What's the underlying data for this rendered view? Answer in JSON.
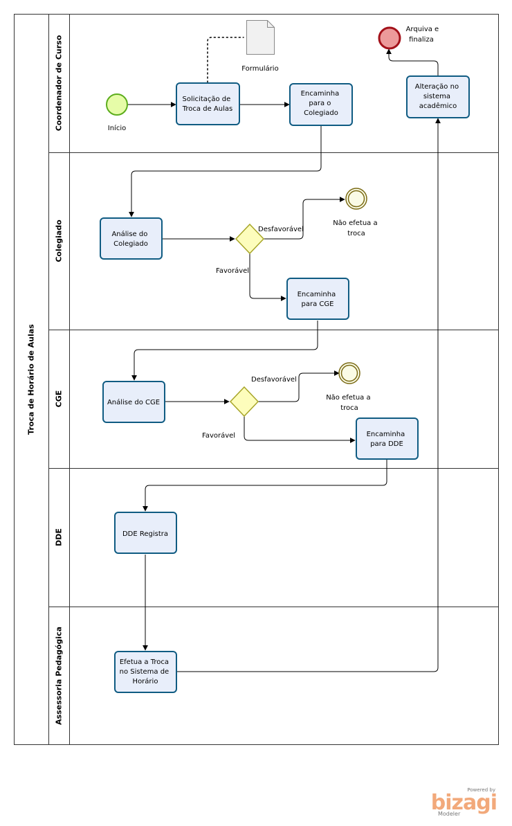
{
  "pool": {
    "title": "Troca de Horário de Aulas"
  },
  "lanes": [
    {
      "id": "coordenador",
      "title": "Coordenador de Curso"
    },
    {
      "id": "colegiado",
      "title": "Colegiado"
    },
    {
      "id": "cge",
      "title": "CGE"
    },
    {
      "id": "dde",
      "title": "DDE"
    },
    {
      "id": "assessoria",
      "title": "Assessoria Pedagógica"
    }
  ],
  "events": {
    "start": "Início",
    "end_arquiva": [
      "Arquiva e",
      "finaliza"
    ],
    "end_colegiado": [
      "Não efetua a",
      "troca"
    ],
    "end_cge": [
      "Não efetua a",
      "troca"
    ]
  },
  "artifact": {
    "document": "Formulário"
  },
  "tasks": {
    "solicitacao": [
      "Solicitação de",
      "Troca de Aulas"
    ],
    "encaminha_colegiado": [
      "Encaminha",
      "para o",
      "Colegiado"
    ],
    "alteracao": [
      "Alteração no",
      "sistema",
      "acadêmico"
    ],
    "analise_colegiado": [
      "Análise do",
      "Colegiado"
    ],
    "encaminha_cge": [
      "Encaminha",
      "para CGE"
    ],
    "analise_cge": [
      "Análise do CGE"
    ],
    "encaminha_dde": [
      "Encaminha",
      "para DDE"
    ],
    "dde_registra": [
      "DDE Registra"
    ],
    "efetua_troca": [
      "Efetua a Troca",
      "no Sistema de",
      "Horário"
    ]
  },
  "gateways": {
    "colegiado": {
      "unfavorable": "Desfavorável",
      "favorable": "Favorável"
    },
    "cge": {
      "unfavorable": "Desfavorável",
      "favorable": "Favorável"
    }
  },
  "branding": {
    "powered": "Powered by",
    "name": "bizagi",
    "product": "Modeler"
  },
  "colors": {
    "task_fill": "#e8eefa",
    "task_stroke": "#0f5b82",
    "start_fill": "#e6fca8",
    "start_stroke": "#5cad1c",
    "end_fill": "#ec9a9a",
    "end_stroke": "#a3111a",
    "intermediate_fill": "#fafbe6",
    "intermediate_stroke": "#7a6a14",
    "gateway_fill": "#fdfdbc",
    "gateway_stroke": "#a7a528",
    "brand": "#f2a97b"
  }
}
